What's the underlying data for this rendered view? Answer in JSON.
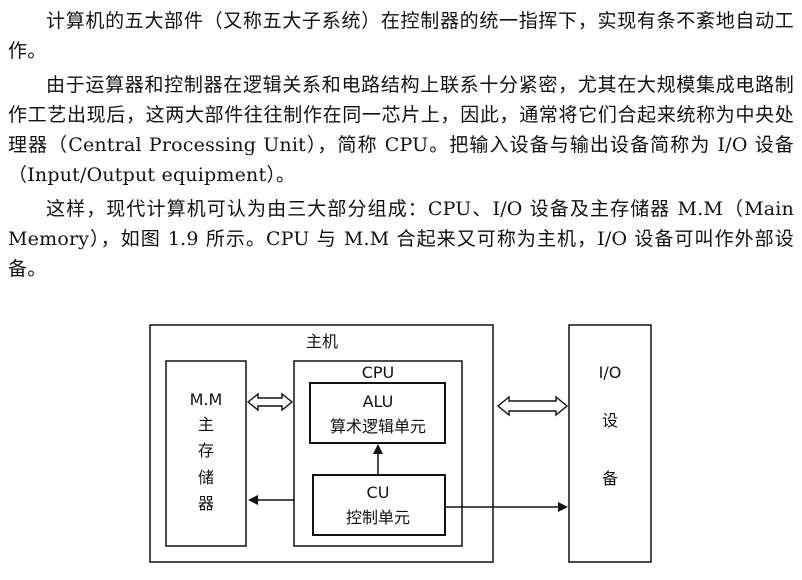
{
  "paragraphs": [
    "计算机的五大部件（又称五大子系统）在控制器的统一指挥下，实现有条不紊地自动工作。",
    "由于运算器和控制器在逻辑关系和电路结构上联系十分紧密，尤其在大规模集成电路制作工艺出现后，这两大部件往往制作在同一芯片上，因此，通常将它们合起来统称为中央处理器（Central Processing Unit），简称 CPU。把输入设备与输出设备简称为 I/O 设备（Input/Output equipment）。",
    "这样，现代计算机可认为由三大部分组成：CPU、I/O 设备及主存储器 M.M（Main Memory），如图 1.9 所示。CPU 与 M.M 合起来又可称为主机，I/O 设备可叫作外部设备。"
  ],
  "figure": {
    "host_label": "主机",
    "mm": {
      "line1": "M.M",
      "chars": [
        "主",
        "存",
        "储",
        "器"
      ]
    },
    "cpu_label": "CPU",
    "alu": {
      "line1": "ALU",
      "line2": "算术逻辑单元"
    },
    "cu": {
      "line1": "CU",
      "line2": "控制单元"
    },
    "io": {
      "line1": "I/O",
      "chars": [
        "设",
        "备"
      ]
    }
  }
}
